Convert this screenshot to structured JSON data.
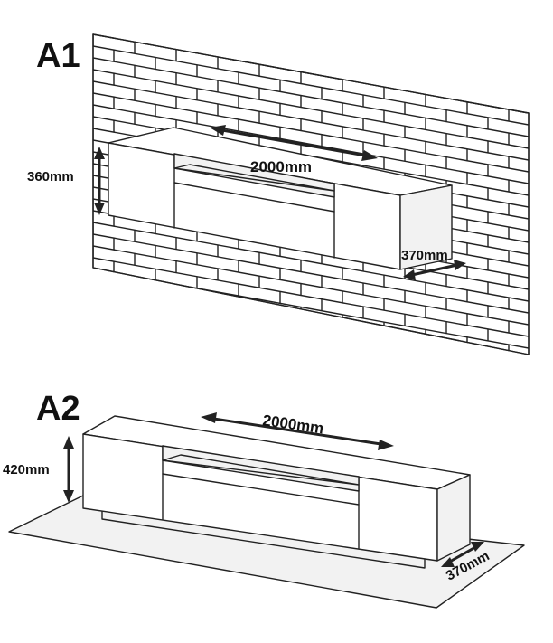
{
  "views": [
    {
      "label": "A1",
      "dimensions": {
        "width": "2000mm",
        "height": "360mm",
        "depth": "370mm"
      }
    },
    {
      "label": "A2",
      "dimensions": {
        "width": "2000mm",
        "height": "420mm",
        "depth": "370mm"
      }
    }
  ]
}
